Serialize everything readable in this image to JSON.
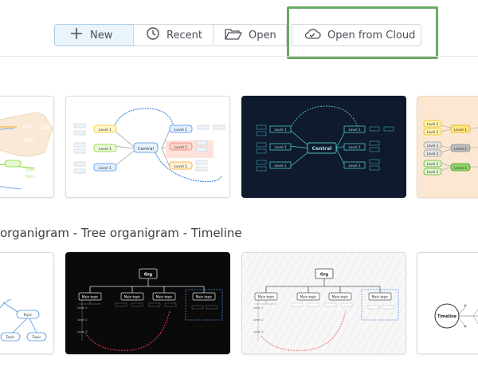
{
  "toolbar": {
    "new_label": "New",
    "recent_label": "Recent",
    "open_label": "Open",
    "cloud_label": "Open from Cloud"
  },
  "section": {
    "title": "organigram - Tree organigram - Timeline"
  },
  "mindmaps": {
    "central": "Central",
    "level1": "Level 1",
    "level2": "Level 2",
    "level3": "Level 3"
  },
  "orgs": {
    "org": "Org",
    "main_topic": "Main topic",
    "level1": "Level 1",
    "level2": "Level 2",
    "level3": "Level 3",
    "topic": "Topic",
    "timeline": "Timeline"
  },
  "colors": {
    "accent": "#6aaa64",
    "dark_bg": "#0f1a2e",
    "black_bg": "#0a0a0a",
    "peach_bg": "#fce8d2"
  }
}
